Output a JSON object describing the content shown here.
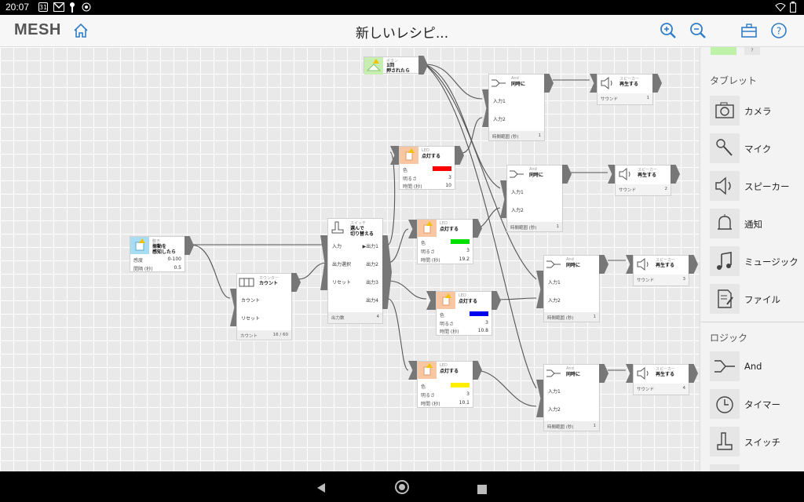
{
  "status_bar": {
    "time": "20:07",
    "icons": [
      "calendar-icon",
      "gmail-icon",
      "key-icon",
      "circle-badge-icon",
      "wifi-icon",
      "battery-icon"
    ],
    "calendar_num": "31"
  },
  "app_bar": {
    "logo": "MESH",
    "title": "新しいレシピ...",
    "icons": [
      "home-icon",
      "zoom-in-icon",
      "zoom-out-icon",
      "toolbox-icon",
      "help-icon"
    ]
  },
  "colors": {
    "accent": "#2f7dc8",
    "button_tag": "#c5eeb0",
    "led_tag": "#f8c6a0",
    "motion_tag": "#a8dcf2",
    "red": "#ff0000",
    "green": "#00e000",
    "blue": "#0000ee",
    "yellow": "#ffee00"
  },
  "nodes": {
    "button": {
      "caption": "ボタン",
      "label": "1回\n押されたら"
    },
    "and1": {
      "caption": "And",
      "label": "同時に",
      "in1": "入力1",
      "in2": "入力2",
      "foot_l": "時間範囲 (秒)",
      "foot_r": "1"
    },
    "speaker1": {
      "caption": "スピーカー",
      "label": "再生する",
      "row_l": "サウンド",
      "row_r": "1"
    },
    "led_red": {
      "caption": "LED",
      "label": "点灯する",
      "row1_l": "色",
      "row2_l": "明るさ",
      "row2_r": "3",
      "row3_l": "時間 (秒)",
      "row3_r": "10"
    },
    "and2": {
      "caption": "And",
      "label": "同時に",
      "in1": "入力1",
      "in2": "入力2",
      "foot_l": "時間範囲 (秒)",
      "foot_r": "1"
    },
    "speaker2": {
      "caption": "スピーカー",
      "label": "再生する",
      "row_l": "サウンド",
      "row_r": "2"
    },
    "motion": {
      "caption": "動き",
      "label": "振動を\n感知したら",
      "row1_l": "感度",
      "row1_r": "0-100",
      "row2_l": "間隔 (秒)",
      "row2_r": "0.5"
    },
    "counter": {
      "caption": "カウンター",
      "label": "カウント",
      "in1": "カウント",
      "in2": "リセット",
      "foot_l": "カウント",
      "foot_r": "16 / 60"
    },
    "switch": {
      "caption": "スイッチ",
      "label": "選んで\n切り替える",
      "in1": "入力",
      "in2": "出力選択",
      "in3": "リセット",
      "out1": "▶出力1",
      "out2": "出力2",
      "out3": "出力3",
      "out4": "出力4",
      "foot_l": "出力数",
      "foot_r": "4"
    },
    "led_green": {
      "caption": "LED",
      "label": "点灯する",
      "row1_l": "色",
      "row2_l": "明るさ",
      "row2_r": "3",
      "row3_l": "時間 (秒)",
      "row3_r": "19.2"
    },
    "and3": {
      "caption": "And",
      "label": "同時に",
      "in1": "入力1",
      "in2": "入力2",
      "foot_l": "時間範囲 (秒)",
      "foot_r": "1"
    },
    "speaker3": {
      "caption": "スピーカー",
      "label": "再生する",
      "row_l": "サウンド",
      "row_r": "3"
    },
    "led_blue": {
      "caption": "LED",
      "label": "点灯する",
      "row1_l": "色",
      "row2_l": "明るさ",
      "row2_r": "3",
      "row3_l": "時間 (秒)",
      "row3_r": "10.8"
    },
    "led_yellow": {
      "caption": "LED",
      "label": "点灯する",
      "row1_l": "色",
      "row2_l": "明るさ",
      "row2_r": "3",
      "row3_l": "時間 (秒)",
      "row3_r": "10.1"
    },
    "and4": {
      "caption": "And",
      "label": "同時に",
      "in1": "入力1",
      "in2": "入力2",
      "foot_l": "時間範囲 (秒)",
      "foot_r": "1"
    },
    "speaker4": {
      "caption": "スピーカー",
      "label": "再生する",
      "row_l": "サウンド",
      "row_r": "4"
    }
  },
  "panel": {
    "top_badge": "?",
    "sections": [
      {
        "title": "タブレット",
        "items": [
          {
            "label": "カメラ",
            "icon": "camera-icon"
          },
          {
            "label": "マイク",
            "icon": "microphone-icon"
          },
          {
            "label": "スピーカー",
            "icon": "speaker-icon"
          },
          {
            "label": "通知",
            "icon": "bell-icon"
          },
          {
            "label": "ミュージック",
            "icon": "music-note-icon"
          },
          {
            "label": "ファイル",
            "icon": "file-edit-icon"
          }
        ]
      },
      {
        "title": "ロジック",
        "items": [
          {
            "label": "And",
            "icon": "and-gate-icon"
          },
          {
            "label": "タイマー",
            "icon": "timer-icon"
          },
          {
            "label": "スイッチ",
            "icon": "switch-icon"
          }
        ]
      }
    ]
  },
  "nav_bar": {
    "icons": [
      "back-icon",
      "home-circle-icon",
      "recents-icon"
    ]
  }
}
